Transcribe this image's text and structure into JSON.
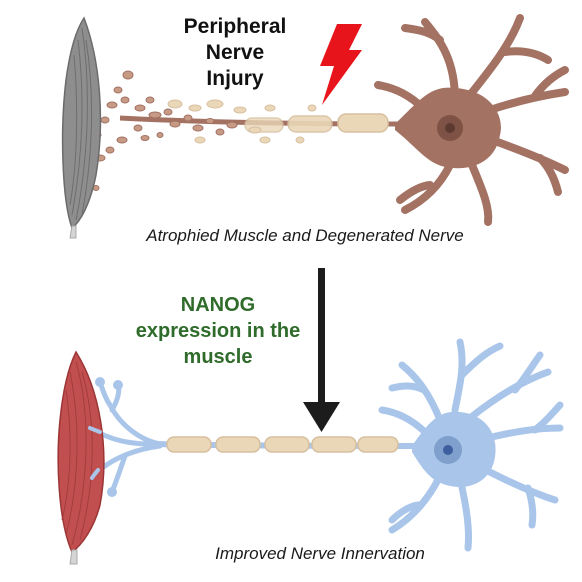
{
  "top_panel": {
    "injury_label": [
      "Peripheral",
      "Nerve",
      "Injury"
    ],
    "caption": "Atrophied Muscle and Degenerated Nerve"
  },
  "treatment": {
    "label": [
      "NANOG",
      "expression in the",
      "muscle"
    ]
  },
  "bottom_panel": {
    "caption": "Improved Nerve Innervation"
  },
  "colors": {
    "degenerated_neuron": "#a37263",
    "degenerated_neuron_dark": "#7e5245",
    "healthy_neuron": "#a9c6ea",
    "healthy_neuron_dark": "#7f9fcc",
    "myelin": "#ead7b8",
    "atrophied_muscle": "#8e8e8e",
    "healthy_muscle": "#c24f4f",
    "lightning": "#e8141b",
    "arrow": "#1c1c1c",
    "nanog_text": "#2f6b2a"
  }
}
